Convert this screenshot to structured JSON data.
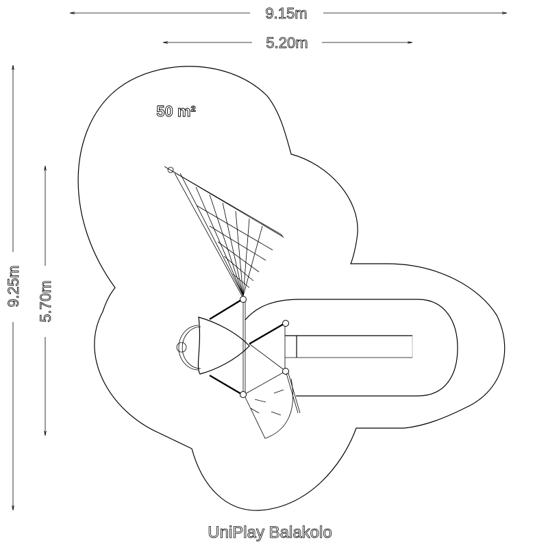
{
  "dimensions": {
    "overall_width": "9.15m",
    "equipment_width": "5.20m",
    "overall_depth": "9.25m",
    "equipment_depth": "5.70m"
  },
  "area_label": "50 m²",
  "product_name": "UniPlay Balakolo"
}
